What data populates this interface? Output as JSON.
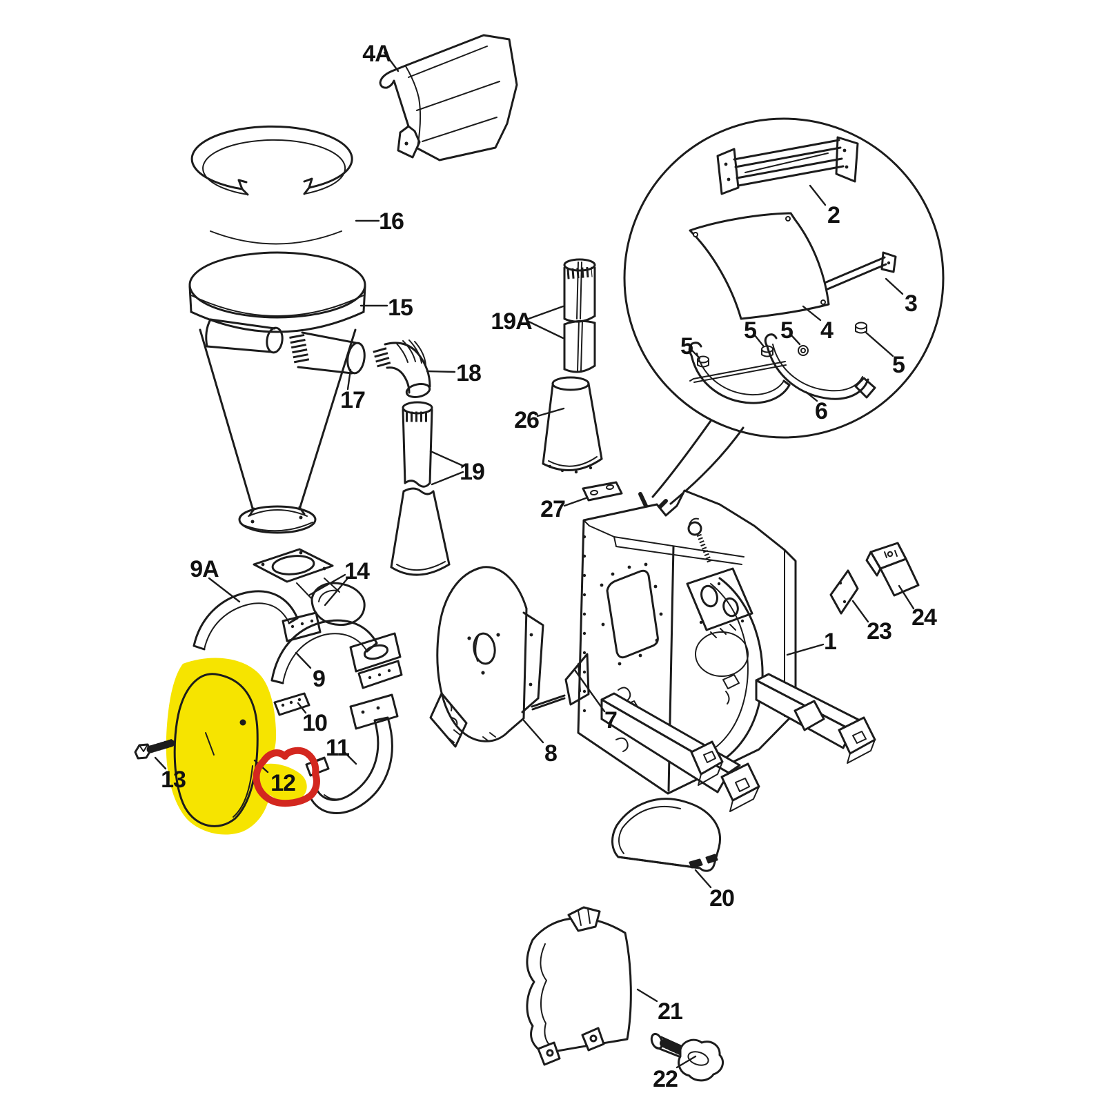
{
  "figure": {
    "type": "exploded-parts-diagram",
    "description_visible_text_only": true
  },
  "colors": {
    "line": "#1c1c1c",
    "background": "#ffffff",
    "highlight": "#f6e400",
    "marker": "#d3271f"
  },
  "annotations": {
    "highlighted_part_number": "12",
    "highlight_style": "yellow highlighter blob over part 12 disc",
    "marker_style": "hand-drawn red circle around label 12"
  },
  "labels": {
    "p1": "1",
    "p2": "2",
    "p3": "3",
    "p4": "4",
    "p4a": "4A",
    "p5a": "5",
    "p5b": "5",
    "p5c": "5",
    "p5d": "5",
    "p6": "6",
    "p7": "7",
    "p8": "8",
    "p9": "9",
    "p9a": "9A",
    "p10": "10",
    "p11": "11",
    "p12": "12",
    "p13": "13",
    "p14": "14",
    "p15": "15",
    "p16": "16",
    "p17": "17",
    "p18": "18",
    "p19": "19",
    "p19a": "19A",
    "p20": "20",
    "p21": "21",
    "p22": "22",
    "p23": "23",
    "p24": "24",
    "p26": "26",
    "p27": "27"
  }
}
